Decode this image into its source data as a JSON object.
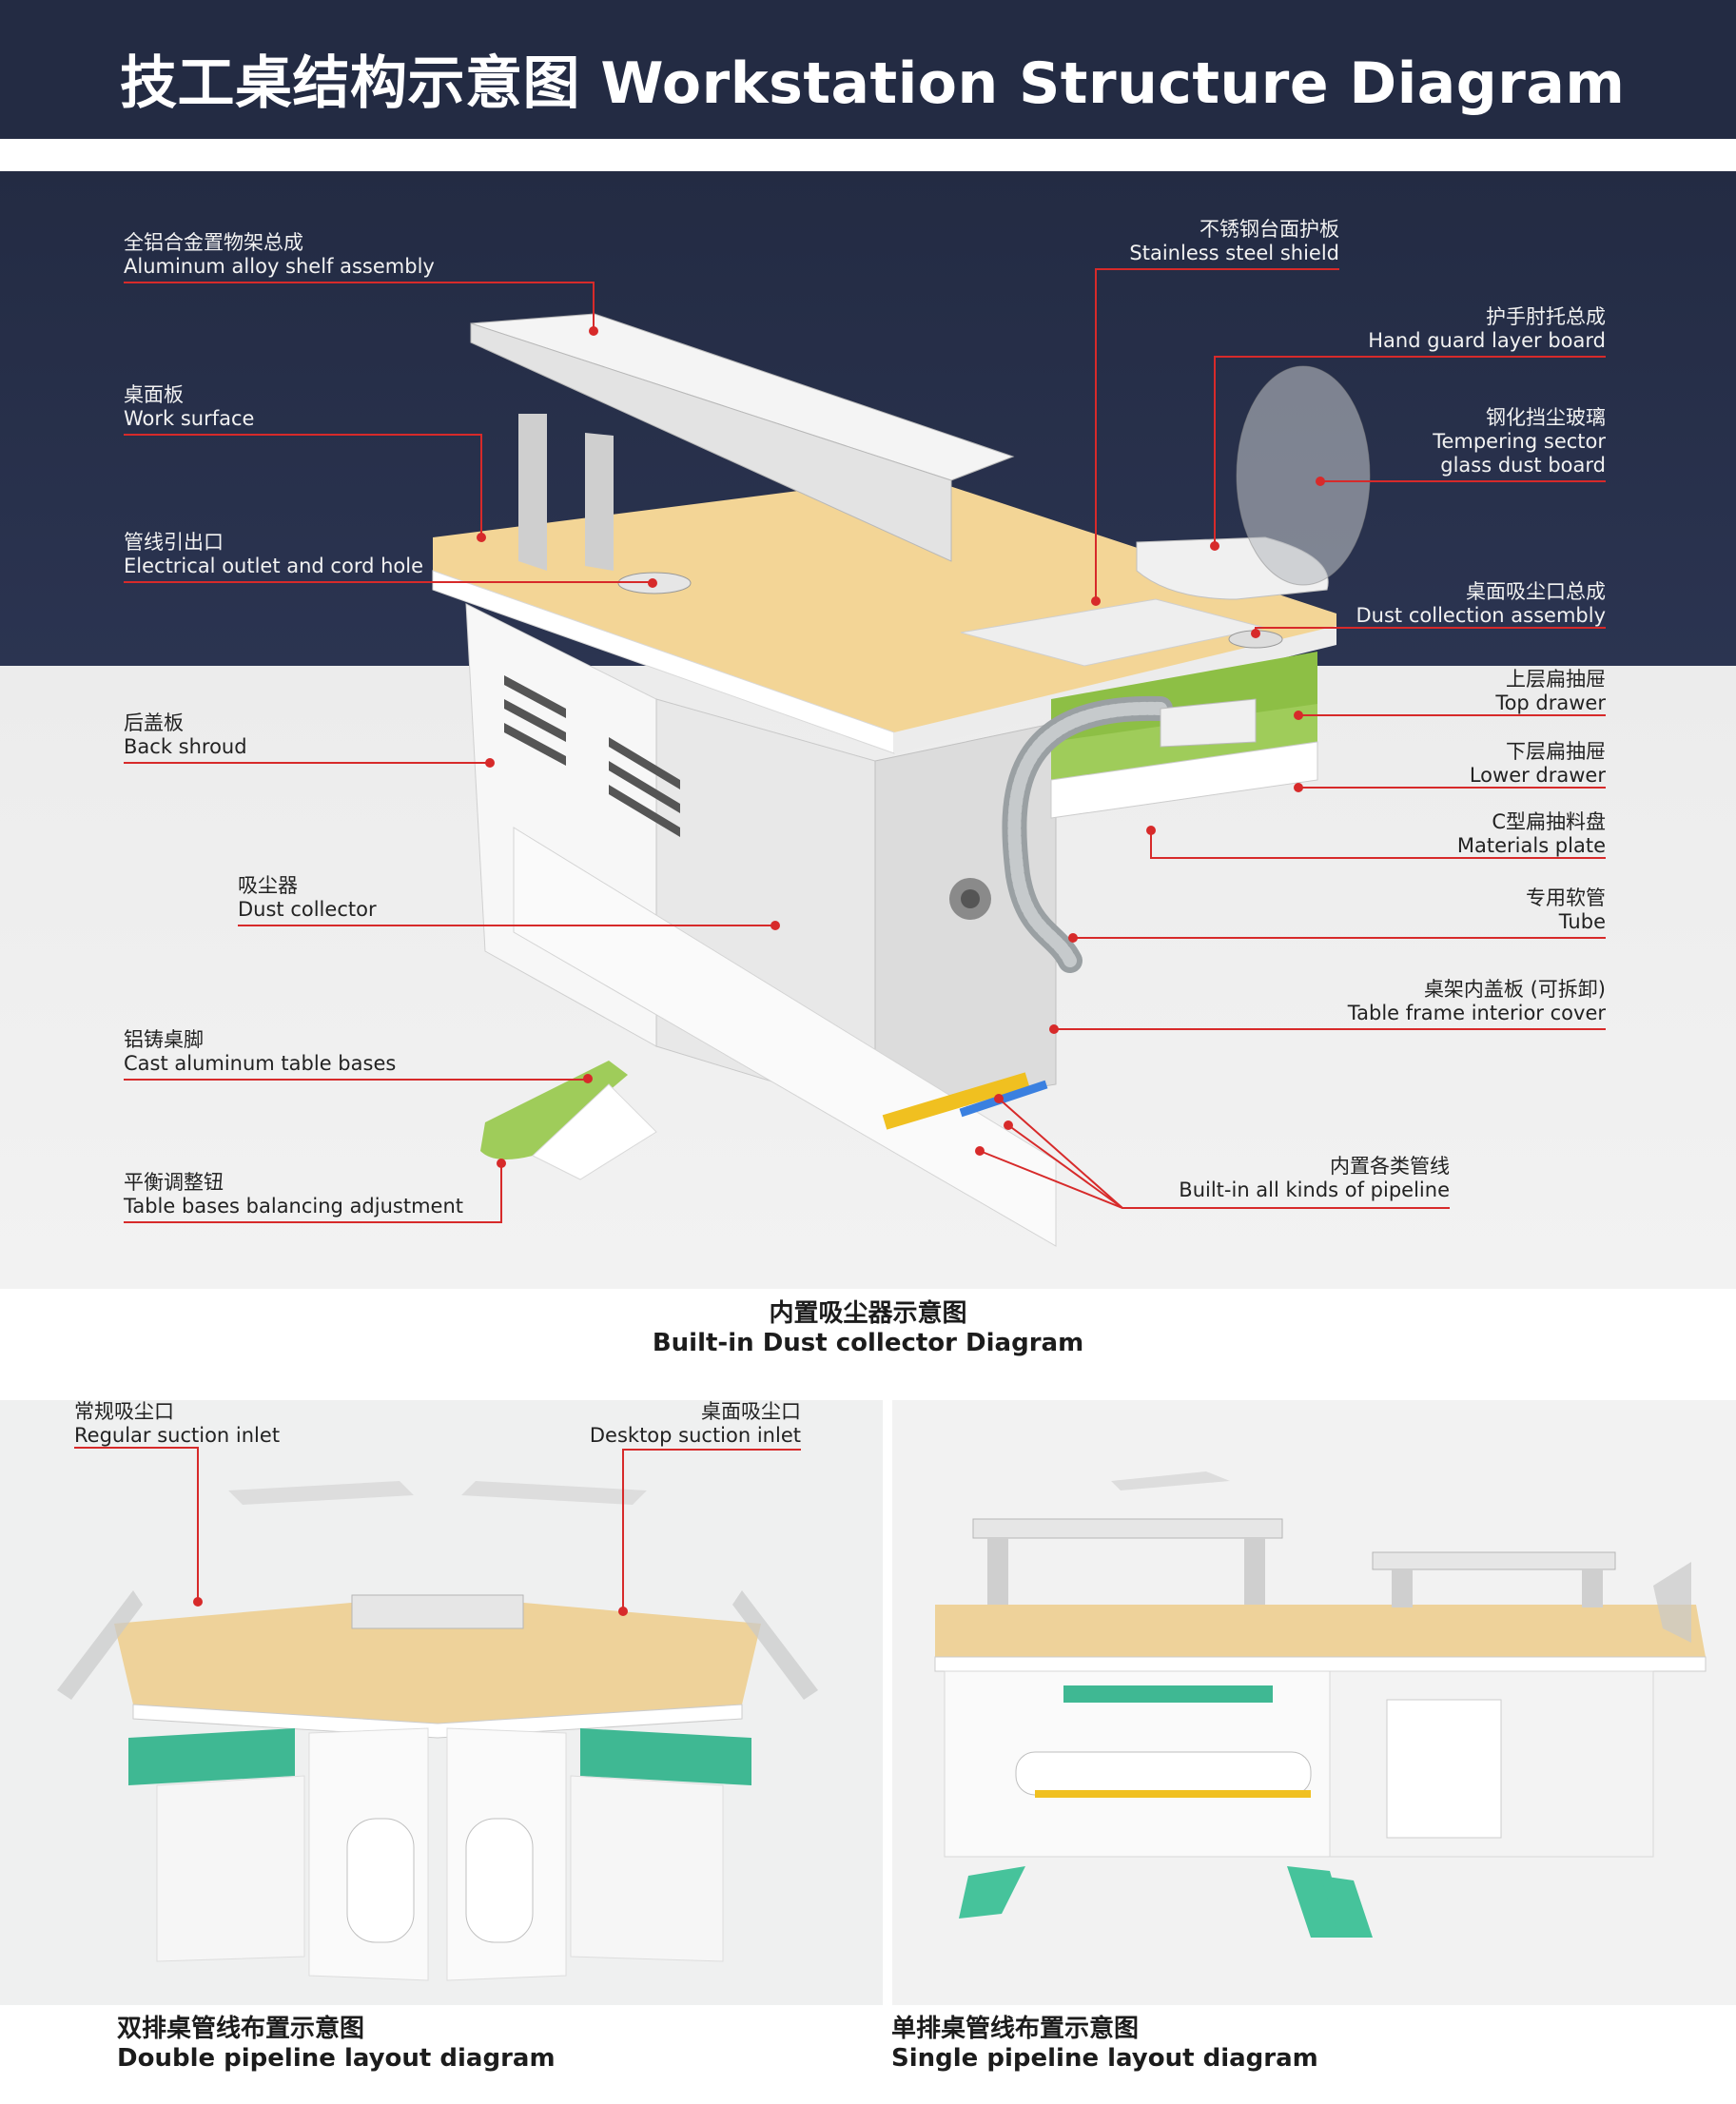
{
  "title": "技工桌结构示意图  Workstation Structure Diagram",
  "colors": {
    "header_bg": "#232b43",
    "leader_line": "#d72a2a",
    "accent_green": "#8dbf45",
    "teal_green": "#3fc19a",
    "wood": "#f1d495"
  },
  "left_labels": [
    {
      "zh": "全铝合金置物架总成",
      "en": "Aluminum alloy shelf assembly"
    },
    {
      "zh": "桌面板",
      "en": "Work surface"
    },
    {
      "zh": "管线引出口",
      "en": "Electrical outlet and cord hole"
    },
    {
      "zh": "后盖板",
      "en": "Back shroud"
    },
    {
      "zh": "吸尘器",
      "en": "Dust collector"
    },
    {
      "zh": "铝铸桌脚",
      "en": "Cast aluminum table bases"
    },
    {
      "zh": "平衡调整钮",
      "en": "Table bases balancing adjustment"
    }
  ],
  "right_labels": [
    {
      "zh": "不锈钢台面护板",
      "en": "Stainless steel shield"
    },
    {
      "zh": "护手肘托总成",
      "en": "Hand guard layer board"
    },
    {
      "zh": "钢化挡尘玻璃",
      "en": "Tempering sector",
      "en2": "glass dust board"
    },
    {
      "zh": "桌面吸尘口总成",
      "en": "Dust collection assembly"
    },
    {
      "zh": "上层扁抽屉",
      "en": "Top drawer"
    },
    {
      "zh": "下层扁抽屉",
      "en": "Lower drawer"
    },
    {
      "zh": "C型扁抽料盘",
      "en": "Materials plate"
    },
    {
      "zh": "专用软管",
      "en": "Tube"
    },
    {
      "zh": "桌架内盖板 (可拆卸)",
      "en": "Table frame interior cover"
    },
    {
      "zh": "内置各类管线",
      "en": "Built-in all kinds of pipeline"
    }
  ],
  "main_caption": {
    "zh": "内置吸尘器示意图",
    "en": "Built-in Dust collector Diagram"
  },
  "double_panel": {
    "label_regular": {
      "zh": "常规吸尘口",
      "en": "Regular suction inlet"
    },
    "label_desktop": {
      "zh": "桌面吸尘口",
      "en": "Desktop suction inlet"
    },
    "caption": {
      "zh": "双排桌管线布置示意图",
      "en": "Double pipeline layout diagram"
    }
  },
  "single_panel": {
    "caption": {
      "zh": "单排桌管线布置示意图",
      "en": "Single pipeline layout diagram"
    }
  }
}
